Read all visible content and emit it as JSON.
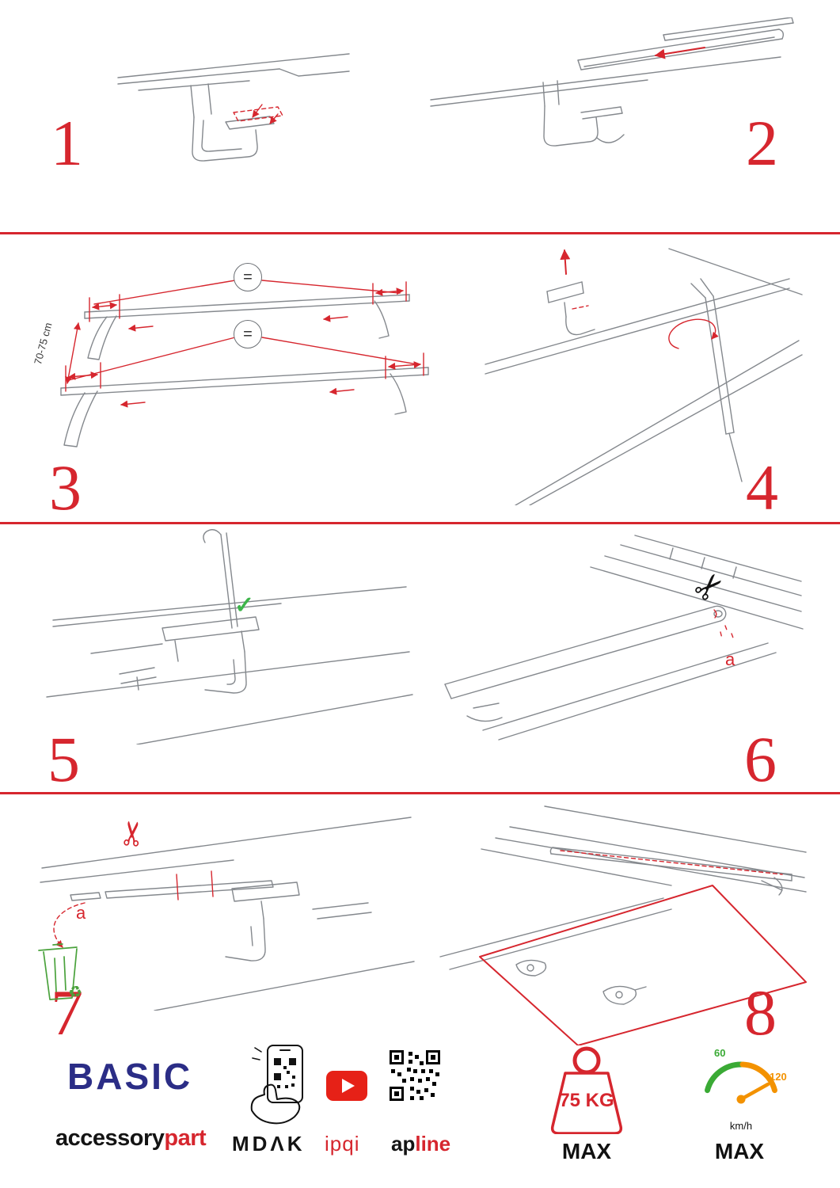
{
  "colors": {
    "accent_red": "#d6262e",
    "brand_blue": "#2b2d86",
    "check_green": "#3db54a",
    "bin_green": "#4aa23c",
    "speed_green": "#3aaa35",
    "speed_orange": "#f39200",
    "youtube_red": "#e62117"
  },
  "steps": [
    {
      "number": "1"
    },
    {
      "number": "2"
    },
    {
      "number": "3",
      "dimension_label": "70-75 cm",
      "equals": "="
    },
    {
      "number": "4"
    },
    {
      "number": "5",
      "check": "✓"
    },
    {
      "number": "6",
      "cut_label": "a"
    },
    {
      "number": "7",
      "cut_label": "a"
    },
    {
      "number": "8"
    }
  ],
  "icons": {
    "scissors": "✂",
    "recycle": "♻"
  },
  "footer": {
    "brand": "BASIC",
    "sub_black": "accessory",
    "sub_red": "part",
    "mdak": "MDΛK",
    "ipqi": "ipqi",
    "apline_black": "ap",
    "apline_red": "line",
    "weight_value": "75 KG",
    "weight_max": "MAX",
    "speed_low": "60",
    "speed_high": "120",
    "speed_unit": "km/h",
    "speed_max": "MAX"
  }
}
